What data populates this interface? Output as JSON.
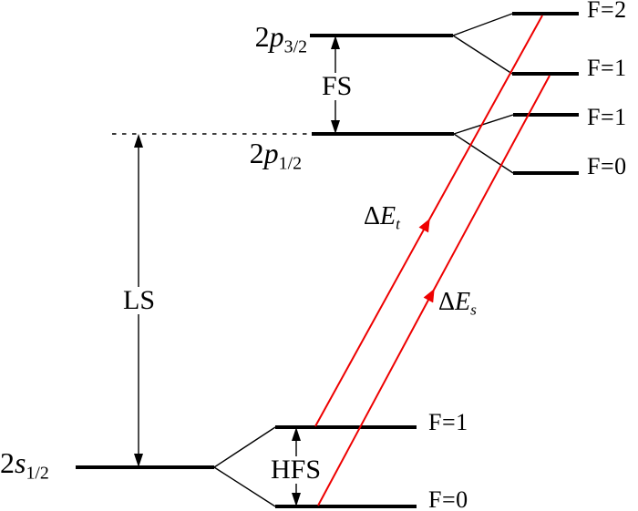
{
  "figure": {
    "background": "#ffffff",
    "ink": "#000000",
    "accent": "#ee0000"
  },
  "levels": {
    "p32": {
      "num": "2",
      "letter": "p",
      "sub": "3/2"
    },
    "p12": {
      "num": "2",
      "letter": "p",
      "sub": "1/2"
    },
    "s12": {
      "num": "2",
      "letter": "s",
      "sub": "1/2"
    },
    "f2": "F=2",
    "f1_upper": "F=1",
    "f1_mid": "F=1",
    "f0_mid": "F=0",
    "f1_lower": "F=1",
    "f0_lower": "F=0"
  },
  "splittings": {
    "fine_structure": "FS",
    "lamb_shift": "LS",
    "hyperfine_structure": "HFS"
  },
  "transitions": {
    "triplet": {
      "delta": "Δ",
      "letter": "E",
      "sub": "t"
    },
    "singlet": {
      "delta": "Δ",
      "letter": "E",
      "sub": "s"
    }
  }
}
